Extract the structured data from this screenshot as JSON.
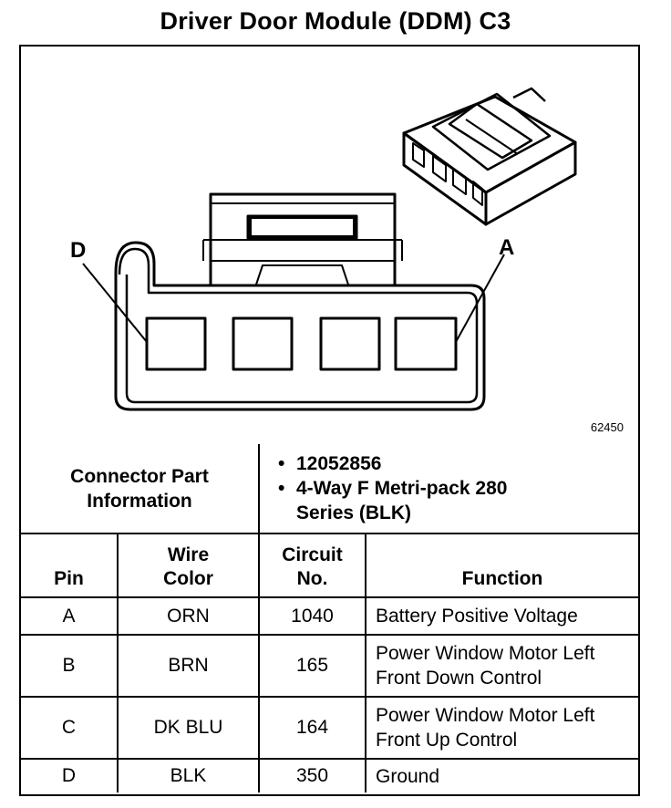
{
  "title": "Driver Door Module (DDM) C3",
  "diagram": {
    "pin_label_left": "D",
    "pin_label_right": "A",
    "reference_number": "62450"
  },
  "connector_info": {
    "label": "Connector Part Information",
    "items": [
      "12052856",
      "4-Way F Metri-pack 280 Series (BLK)"
    ]
  },
  "table": {
    "headers": {
      "pin": "Pin",
      "wire_color": "Wire Color",
      "circuit": "Circuit No.",
      "function": "Function"
    },
    "rows": [
      {
        "pin": "A",
        "wire_color": "ORN",
        "circuit": "1040",
        "function": "Battery Positive Voltage"
      },
      {
        "pin": "B",
        "wire_color": "BRN",
        "circuit": "165",
        "function": "Power Window Motor Left Front Down Control"
      },
      {
        "pin": "C",
        "wire_color": "DK BLU",
        "circuit": "164",
        "function": "Power Window Motor Left Front Up Control"
      },
      {
        "pin": "D",
        "wire_color": "BLK",
        "circuit": "350",
        "function": "Ground"
      }
    ]
  }
}
